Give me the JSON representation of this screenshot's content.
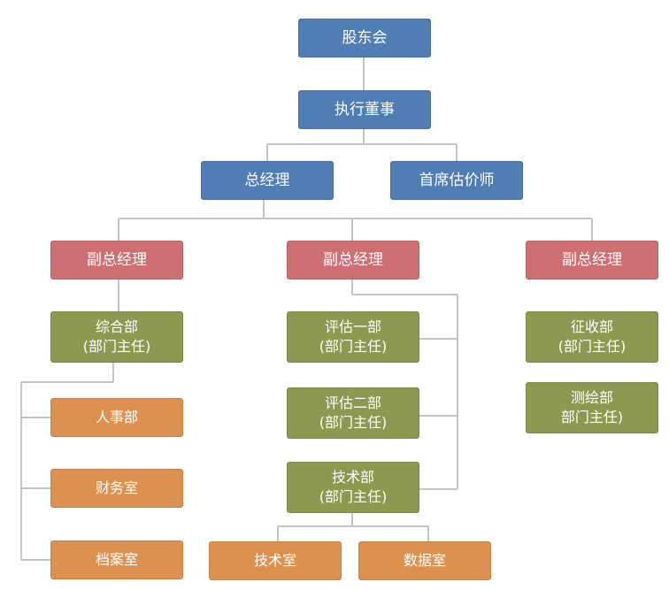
{
  "org_chart": {
    "shareholders": "股东会",
    "executive_director": "执行董事",
    "general_manager": "总经理",
    "chief_appraiser": "首席估价师",
    "deputy_gm_left": "副总经理",
    "deputy_gm_center": "副总经理",
    "deputy_gm_right": "副总经理",
    "general_dept": {
      "name": "综合部",
      "sub": "(部门主任)"
    },
    "hr_dept": "人事部",
    "finance_office": "财务室",
    "archives_office": "档案室",
    "appraisal_dept_1": {
      "name": "评估一部",
      "sub": "(部门主任)"
    },
    "appraisal_dept_2": {
      "name": "评估二部",
      "sub": "(部门主任)"
    },
    "tech_dept": {
      "name": "技术部",
      "sub": "(部门主任)"
    },
    "tech_office": "技术室",
    "data_office": "数据室",
    "acquisition_dept": {
      "name": "征收部",
      "sub": "(部门主任)"
    },
    "survey_dept": {
      "name": "测绘部",
      "sub": "部门主任)"
    }
  },
  "colors": {
    "level1": "#4f7db4",
    "deputy": "#cd6f73",
    "department": "#8f9851",
    "office": "#dc9150",
    "connector": "#c4c4c4"
  }
}
